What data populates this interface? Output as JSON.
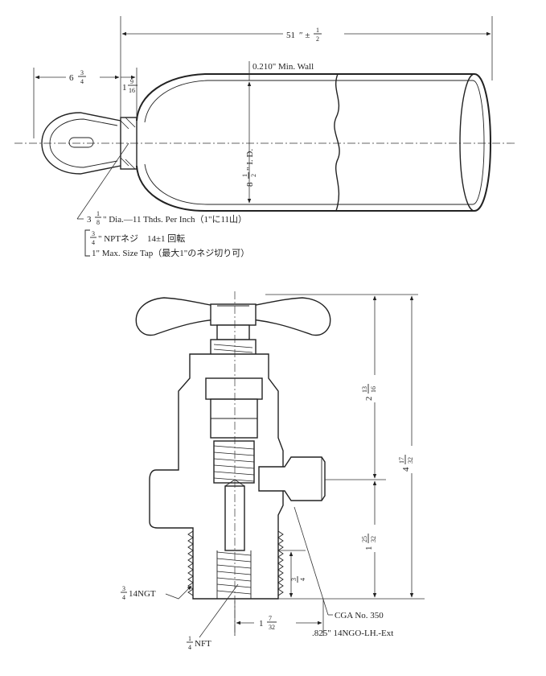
{
  "cylinder": {
    "overall_length": "51\" ± 1/2\"",
    "overall_length_whole": "51",
    "tol_num": "1",
    "tol_den": "2",
    "neck_length_whole": "6",
    "neck_length_num": "3",
    "neck_length_den": "4",
    "neck_offset_whole": "1",
    "neck_offset_num": "9",
    "neck_offset_den": "16",
    "wall": "0.210\" Min. Wall",
    "inner_dia_whole": "8",
    "inner_dia_num": "1",
    "inner_dia_den": "2",
    "inner_dia_suffix": "\" I. D."
  },
  "thread_notes": {
    "line1_whole": "3",
    "line1_num": "1",
    "line1_den": "8",
    "line1_text": "\" Dia.—11 Thds. Per Inch（1\"に11山）",
    "line2_num": "3",
    "line2_den": "4",
    "line2_text": "\" NPTネジ　14±1 回転",
    "line3_text": "1\"  Max. Size Tap（最大1\"のネジ切り可）"
  },
  "valve": {
    "height_upper_whole": "2",
    "height_upper_num": "13",
    "height_upper_den": "16",
    "height_total_whole": "4",
    "height_total_num": "17",
    "height_total_den": "32",
    "height_lower_whole": "1",
    "height_lower_num": "25",
    "height_lower_den": "32",
    "stem_depth_num": "3",
    "stem_depth_den": "4",
    "inlet_thread_num": "3",
    "inlet_thread_den": "4",
    "inlet_thread_text": "14NGT",
    "outlet_offset_whole": "1",
    "outlet_offset_num": "7",
    "outlet_offset_den": "32",
    "pipe_num": "1",
    "pipe_den": "4",
    "pipe_text": "NFT",
    "cga": "CGA No. 350",
    "outlet_thread": ".825\"  14NGO-LH.-Ext"
  }
}
